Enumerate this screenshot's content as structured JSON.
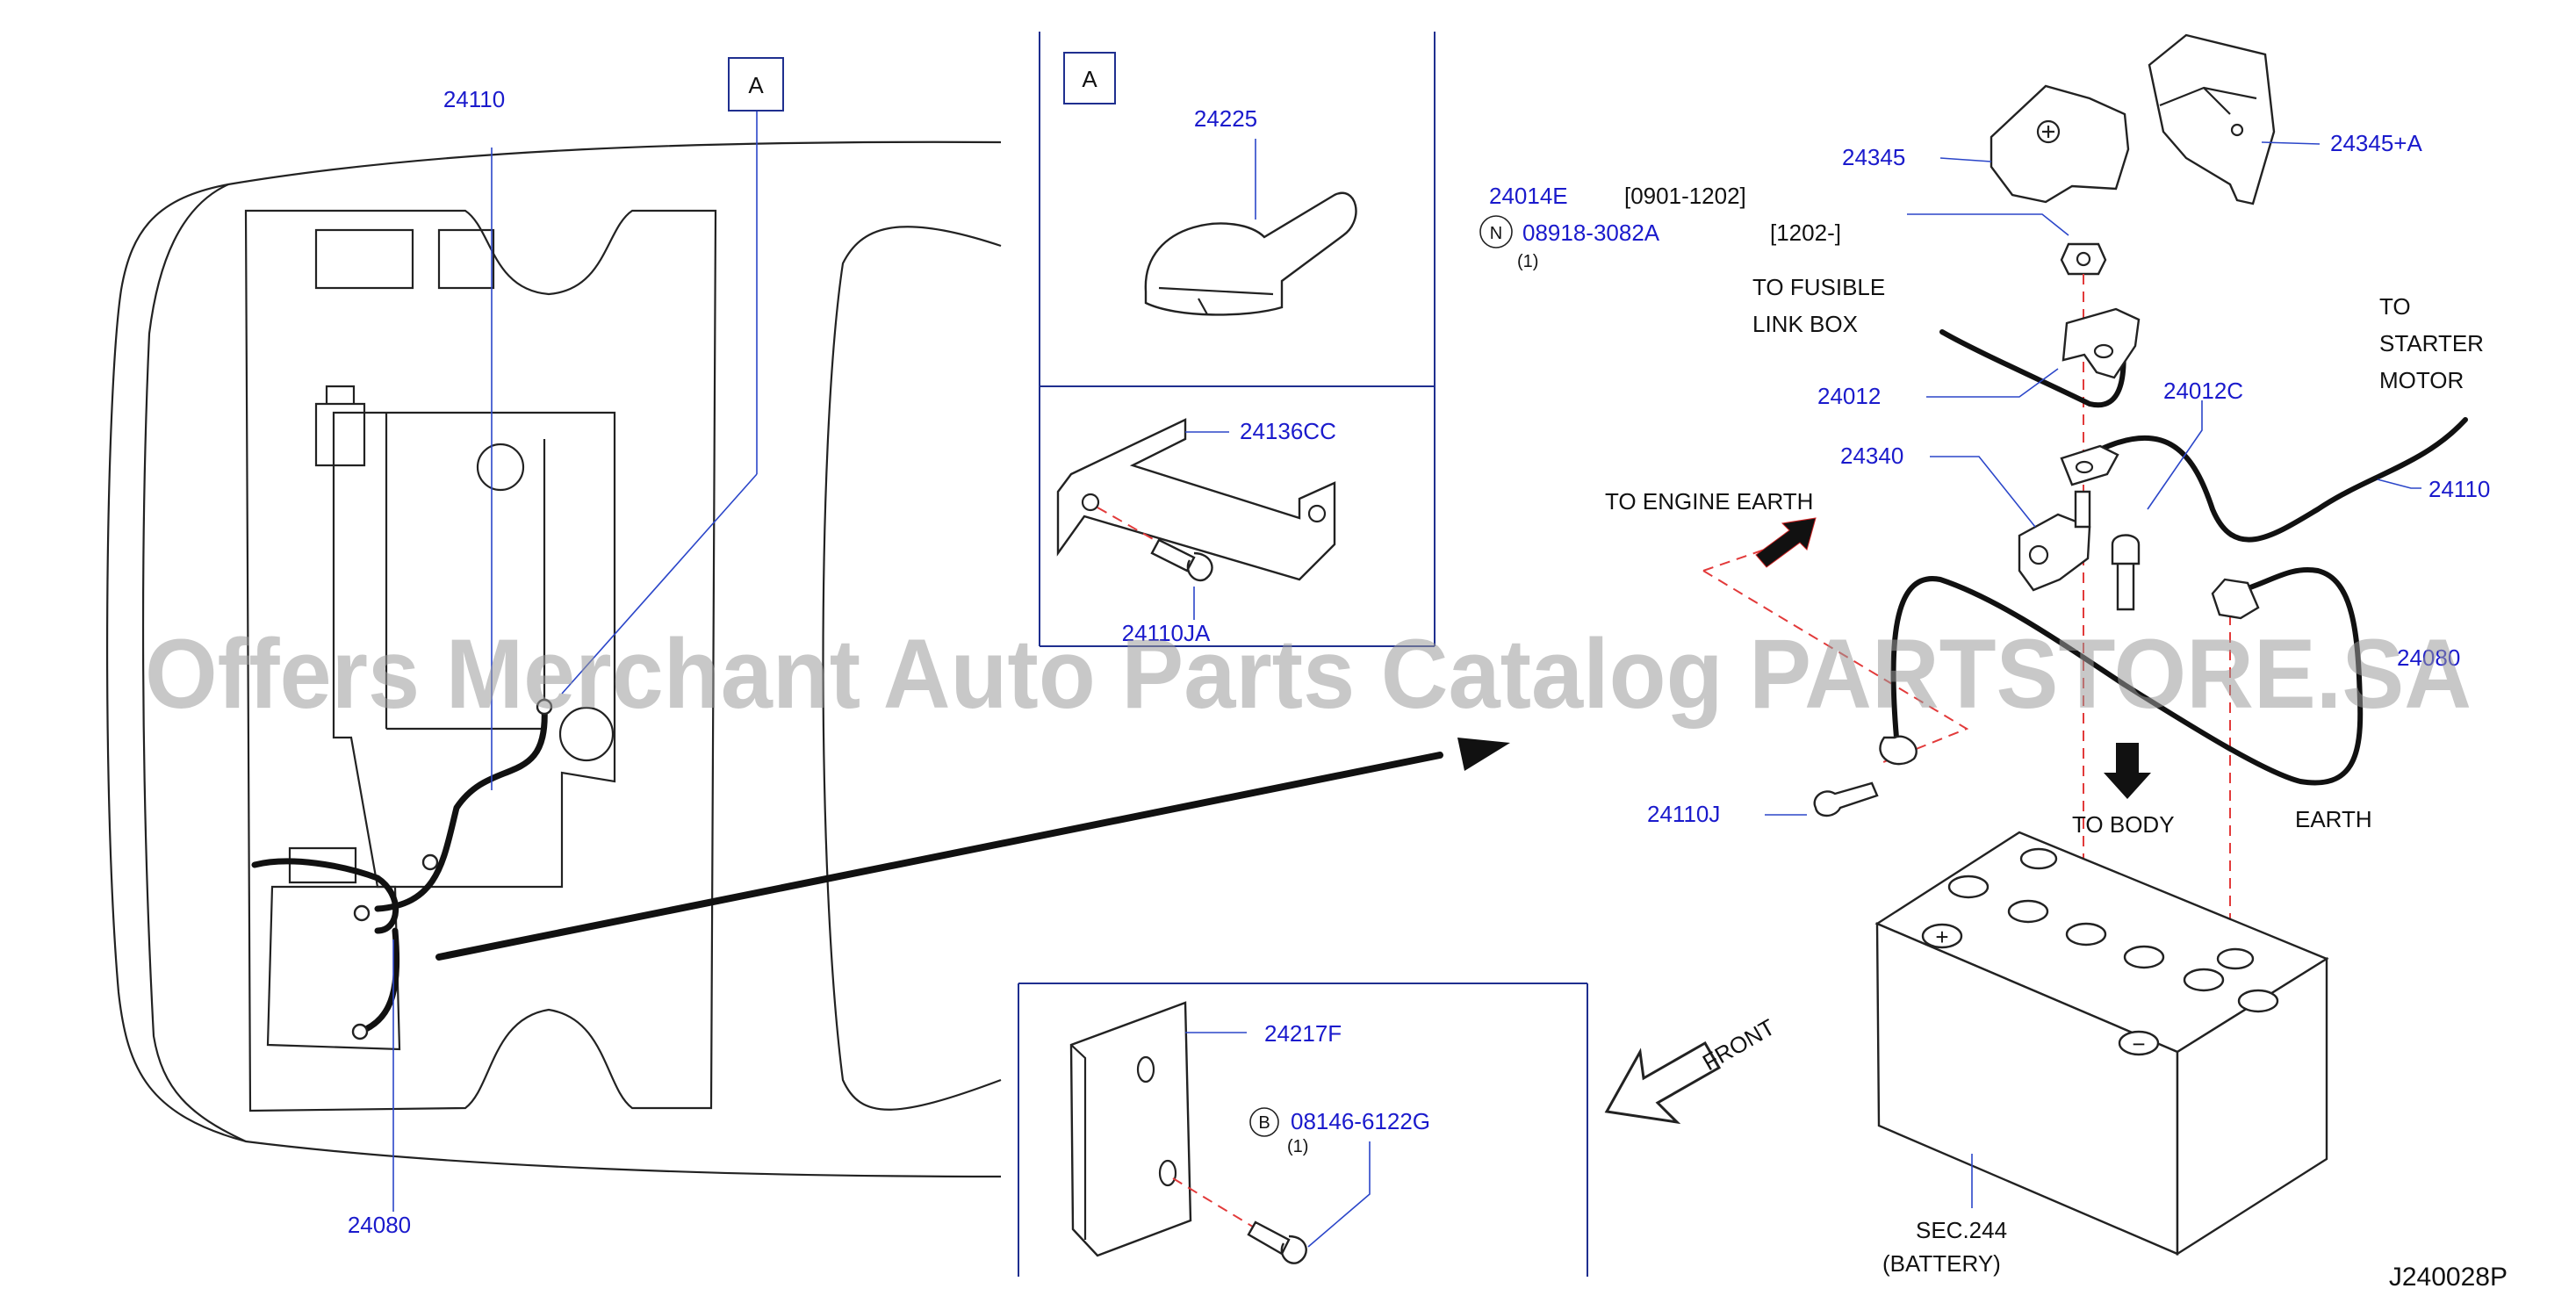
{
  "watermark": "Offers Merchant Auto Parts Catalog PARTSTORE.SA",
  "diagram_code": "J240028P",
  "view_a": {
    "marker": "A",
    "detail_marker": "A"
  },
  "parts": {
    "p24110_top": "24110",
    "p24080": "24080",
    "p24225": "24225",
    "p24136cc": "24136CC",
    "p24110ja": "24110JA",
    "p24217f": "24217F",
    "p08146": "08146-6122G",
    "p08146_marker": "B",
    "p08146_qty": "(1)",
    "p24345": "24345",
    "p24345a": "24345+A",
    "p24014e": "24014E",
    "p24014e_range": "[0901-1202]",
    "p08918": "08918-3082A",
    "p08918_marker": "N",
    "p08918_range": "[1202-]",
    "p08918_qty": "(1)",
    "p24012": "24012",
    "p24012c": "24012C",
    "p24340": "24340",
    "p24110_right": "24110",
    "p24110j": "24110J",
    "p24080_right": "24080"
  },
  "labels": {
    "to_fusible_1": "TO  FUSIBLE",
    "to_fusible_2": "LINK  BOX",
    "to_starter_1": "TO",
    "to_starter_2": "STARTER",
    "to_starter_3": "MOTOR",
    "to_engine_earth": "TO  ENGINE  EARTH",
    "to_body": "TO  BODY",
    "earth": "EARTH",
    "front": "FRONT",
    "sec_1": "SEC.244",
    "sec_2": "(BATTERY)",
    "plus": "+",
    "minus": "−"
  },
  "colors": {
    "callout": "#1a1acc",
    "dashed_leader": "#e23a3a",
    "ink": "#111111"
  }
}
